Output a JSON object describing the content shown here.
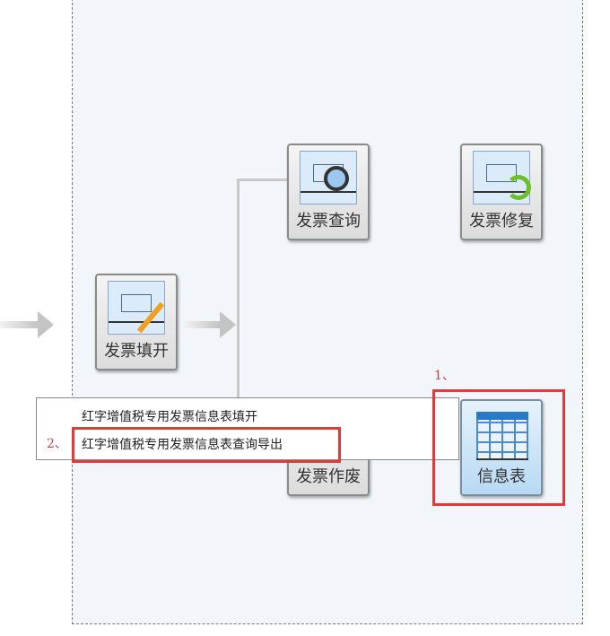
{
  "tiles": {
    "query": "发票查询",
    "repair": "发票修复",
    "fill": "发票填开",
    "void": "发票作废",
    "info": "信息表"
  },
  "menu": {
    "items": [
      "红字增值税专用发票信息表填开",
      "红字增值税专用发票信息表查询导出"
    ]
  },
  "annotations": {
    "step1": "1、",
    "step2": "2、"
  },
  "colors": {
    "highlight": "#e03a3a"
  }
}
